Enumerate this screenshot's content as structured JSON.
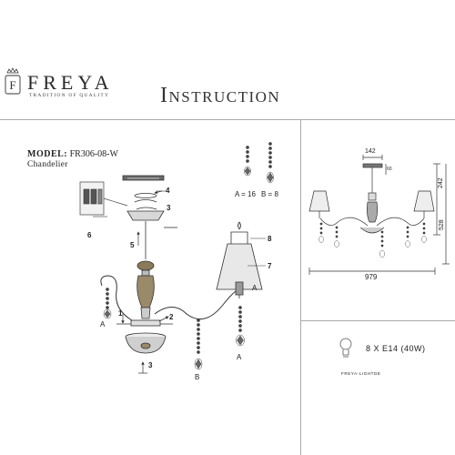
{
  "header": {
    "brand": "FREYA",
    "tagline": "TRADITION OF QUALITY",
    "title": "Instruction"
  },
  "product": {
    "model_label": "MODEL:",
    "model": "FR306-08-W",
    "type": "Chandelier"
  },
  "assembly": {
    "part_numbers": [
      "1",
      "2",
      "3",
      "4",
      "5",
      "6",
      "7",
      "8"
    ],
    "crystal_A_count": "A = 16",
    "crystal_B_count": "B = 8",
    "crystal_A_letter": "A",
    "crystal_B_letter": "B"
  },
  "dimensions": {
    "top_width": "142",
    "canopy_height": "60",
    "body_height": "242",
    "total_height": "528",
    "total_width": "979"
  },
  "lamp": {
    "spec": "8 X E14 (40W)",
    "code": "FREYA-LIGHTDE"
  }
}
